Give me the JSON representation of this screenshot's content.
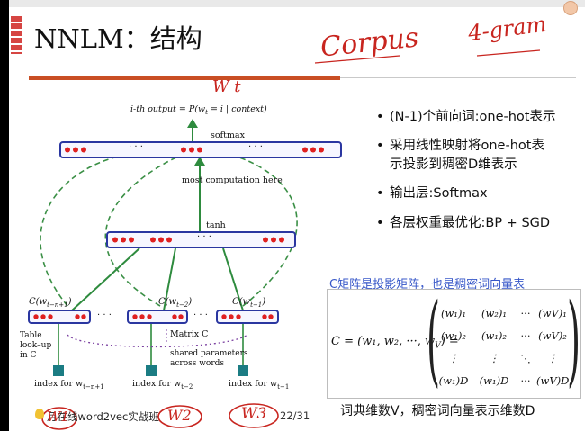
{
  "slide": {
    "title": "NNLM：结构",
    "bullets": [
      {
        "line1": "(N-1)个前向词:one-hot表示",
        "line2": ""
      },
      {
        "line1": "采用线性映射将one-hot表",
        "line2": "示投影到稠密D维表示"
      },
      {
        "line1": "输出层:Softmax",
        "line2": ""
      },
      {
        "line1": "各层权重最优化:BP + SGD",
        "line2": ""
      }
    ],
    "matrix_note": "C矩阵是投影矩阵，也是稠密词向量表",
    "bottom_note": "词典维数V，稠密词向量表示维数D",
    "footer_course": "月在线word2vec实战班",
    "page_number": "22/31"
  },
  "diagram": {
    "output_label": "i-th output = P(w",
    "output_label_tail": " = i | context)",
    "output_sub": "t",
    "softmax": "softmax",
    "tanh": "tanh",
    "most_computation": "most  computation here",
    "matrix_c": "Matrix  C",
    "shared": [
      "shared parameters",
      "across words"
    ],
    "table_lookup": [
      "Table",
      "look–up",
      "in C"
    ],
    "c_labels": [
      {
        "text": "C(w",
        "sub": "t−n+1",
        "tail": ")"
      },
      {
        "text": "C(w",
        "sub": "t−2",
        "tail": ")"
      },
      {
        "text": "C(w",
        "sub": "t−1",
        "tail": ")"
      }
    ],
    "index_labels": [
      {
        "text": "index for  w",
        "sub": "t−n+1"
      },
      {
        "text": "index for  w",
        "sub": "t−2"
      },
      {
        "text": "index for  w",
        "sub": "t−1"
      }
    ],
    "dots": "· · ·"
  },
  "matrix_formula": {
    "lhs": "C = ",
    "args": "(w₁, w₂, ···, w",
    "args_sub": "V",
    "args_tail": ") = ",
    "col1": [
      "(w₁)₁",
      "(w₁)₂",
      "⋮",
      "(w₁)D"
    ],
    "col2": [
      "(w₂)₁",
      "(w₁)₂",
      "⋮",
      "(w₁)D"
    ],
    "col_mid": [
      "···",
      "···",
      "⋱",
      "···"
    ],
    "col_last": [
      "(wV)₁",
      "(wV)₂",
      "⋮",
      "(wV)D"
    ]
  },
  "annotations": {
    "corpus": "Corpus",
    "ngram": "4-gram",
    "wt": "W t",
    "w1": "W1",
    "w2": "W2",
    "w3": "W3"
  },
  "colors": {
    "accent": "#c94e24",
    "node_red": "#e02020",
    "line_green": "#2e8b3e",
    "handwriting": "#c8251f",
    "note_blue": "#3757c8"
  }
}
